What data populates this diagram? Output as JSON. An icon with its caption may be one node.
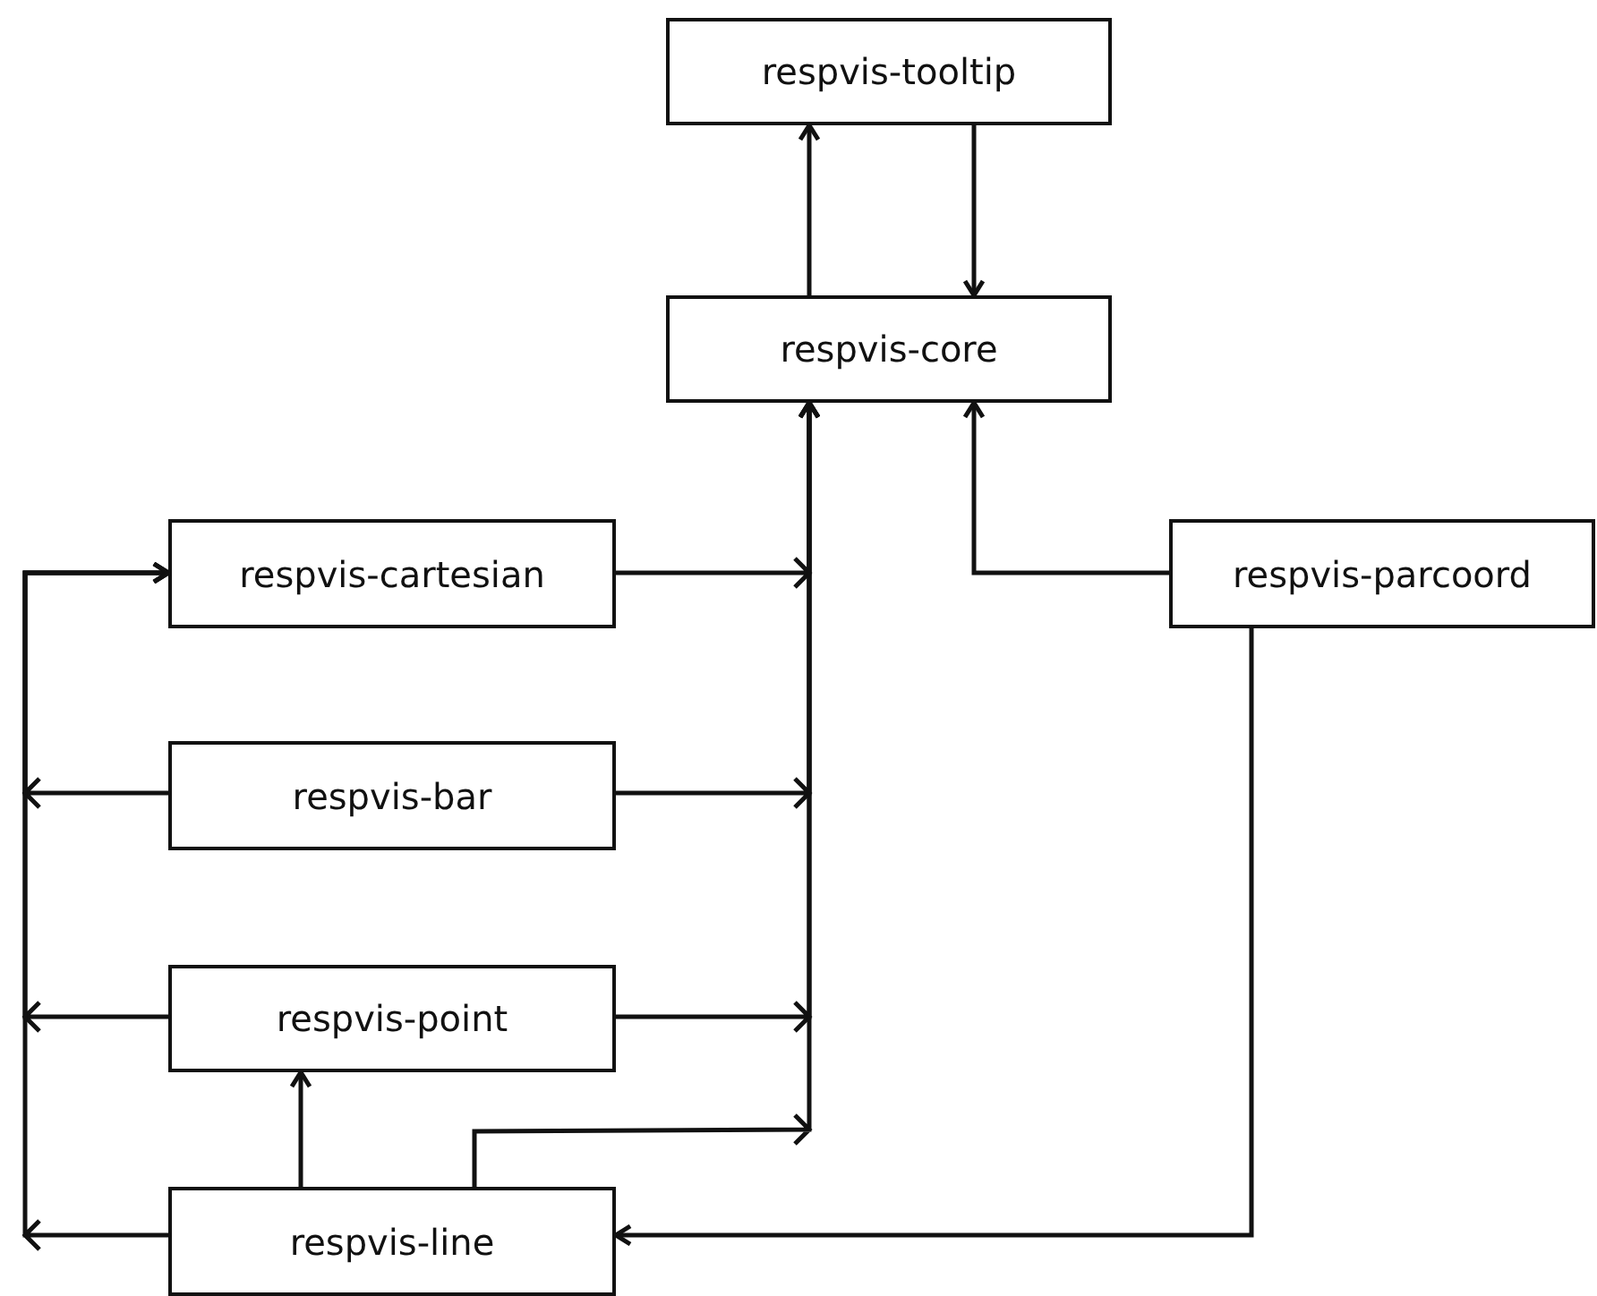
{
  "diagram": {
    "nodes": [
      {
        "text": [
          "respvis-tooltip"
        ]
      },
      {
        "text": [
          "respvis-core"
        ]
      },
      {
        "text": [
          "respvis-cartesian"
        ]
      },
      {
        "text": [
          "respvis-parcoord"
        ]
      },
      {
        "text": [
          "respvis-bar"
        ]
      },
      {
        "text": [
          "respvis-point"
        ]
      },
      {
        "text": [
          "respvis-line"
        ]
      }
    ],
    "edges": [
      {
        "from": 1,
        "to": 0,
        "arrow": "to"
      },
      {
        "from": 0,
        "to": 1,
        "arrow": "to"
      },
      {
        "from": 2,
        "to": 1,
        "arrow": "to"
      },
      {
        "from": 3,
        "to": 1,
        "arrow": "to"
      },
      {
        "from": 4,
        "to": 1,
        "arrow": "to"
      },
      {
        "from": 5,
        "to": 1,
        "arrow": "to"
      },
      {
        "from": 6,
        "to": 1,
        "arrow": "to"
      },
      {
        "from": 4,
        "to": 2,
        "arrow": "to"
      },
      {
        "from": 5,
        "to": 2,
        "arrow": "to"
      },
      {
        "from": 6,
        "to": 2,
        "arrow": "to"
      },
      {
        "from": 6,
        "to": 5,
        "arrow": "to"
      },
      {
        "from": 3,
        "to": 6,
        "arrow": "to"
      }
    ]
  }
}
